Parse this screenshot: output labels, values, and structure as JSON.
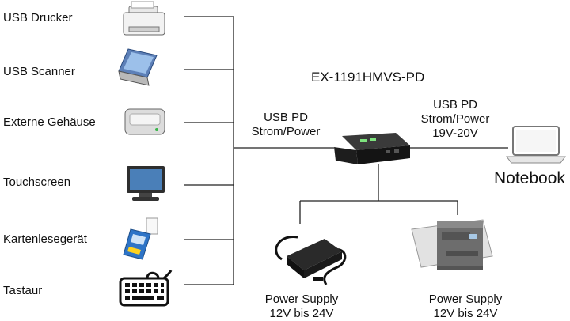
{
  "devices": [
    {
      "label": "USB Drucker",
      "icon": "printer-icon"
    },
    {
      "label": "USB Scanner",
      "icon": "scanner-icon"
    },
    {
      "label": "Externe Gehäuse",
      "icon": "external-drive-icon"
    },
    {
      "label": "Touchscreen",
      "icon": "touchscreen-icon"
    },
    {
      "label": "Kartenlesegerät",
      "icon": "card-reader-icon"
    },
    {
      "label": "Tastaur",
      "icon": "keyboard-icon"
    }
  ],
  "hub": {
    "model": "EX-1191HMVS-PD",
    "icon": "usb-hub-icon"
  },
  "left_link": {
    "line1": "USB PD",
    "line2": "Strom/Power"
  },
  "right_link": {
    "line1": "USB PD",
    "line2": "Strom/Power",
    "line3": "19V-20V"
  },
  "notebook": {
    "label": "Notebook",
    "icon": "notebook-icon"
  },
  "supplies": [
    {
      "line1": "Power Supply",
      "line2": "12V bis 24V",
      "icon": "power-adapter-icon"
    },
    {
      "line1": "Power Supply",
      "line2": "12V bis 24V",
      "icon": "din-rail-psu-icon"
    }
  ]
}
